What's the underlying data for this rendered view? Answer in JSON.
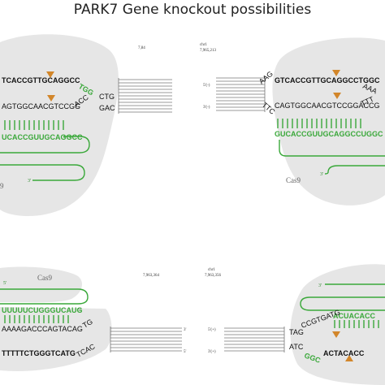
{
  "title": "PARK7 Gene knockout possibilities",
  "panels": {
    "top_left": {
      "coord_top": "7,84",
      "seq_upper": "TCACCGTTGCAGGCC",
      "seq_upper_tail": "TGG",
      "seq_upper_end": "CTG",
      "seq_lower": "AGTGGCAACGTCCGG",
      "seq_lower_tail": "ACC",
      "seq_lower_end": "GAC",
      "guide": "UCACCGUUGCAGGCC",
      "prime3": "3'",
      "cas9": "9"
    },
    "top_right": {
      "chr": "chr1",
      "coord": "7,965,213",
      "p5": "5'(-)",
      "p3": "3'(-)",
      "seq_upper_pre": "AAG",
      "seq_upper": "GTCACCGTTGCAGGCCTGGC",
      "seq_upper_end": "AAA",
      "seq_lower_pre": "TTC",
      "seq_lower": "CAGTGGCAACGTCCGGACCG",
      "seq_lower_end": "TTT",
      "guide": "GUCACCGUUGCAGGCCUGGC",
      "prime3": "3'",
      "cas9": "Cas9"
    },
    "bottom_left": {
      "coord": "7,963,364",
      "cas9": "Cas9",
      "prime5": "5'",
      "guide": "UUUUUCUGGGUCAUG",
      "guide_prime": "5'",
      "seq_upper": "AAAAGACCCAGTACAG",
      "seq_upper_end": "TG",
      "seq_lower": "TTTTTCTGGGTCATG",
      "seq_lower_end": "TCAC",
      "p3": "3'",
      "p5": "5'"
    },
    "bottom_right": {
      "chr": "chr1",
      "coord": "7,963,356",
      "p5": "5'(+)",
      "p3": "3'(+)",
      "prime3": "3'",
      "guide": "ACUACACC",
      "seq_upper_pre": "TAG",
      "seq_upper": "CCGTGATG",
      "seq_lower_pre": "ATC",
      "seq_lower_green": "GGC",
      "seq_lower": "ACTACACC"
    }
  },
  "colors": {
    "green": "#3aa83a",
    "arrow": "#d2862a",
    "blob": "#e6e6e6"
  }
}
